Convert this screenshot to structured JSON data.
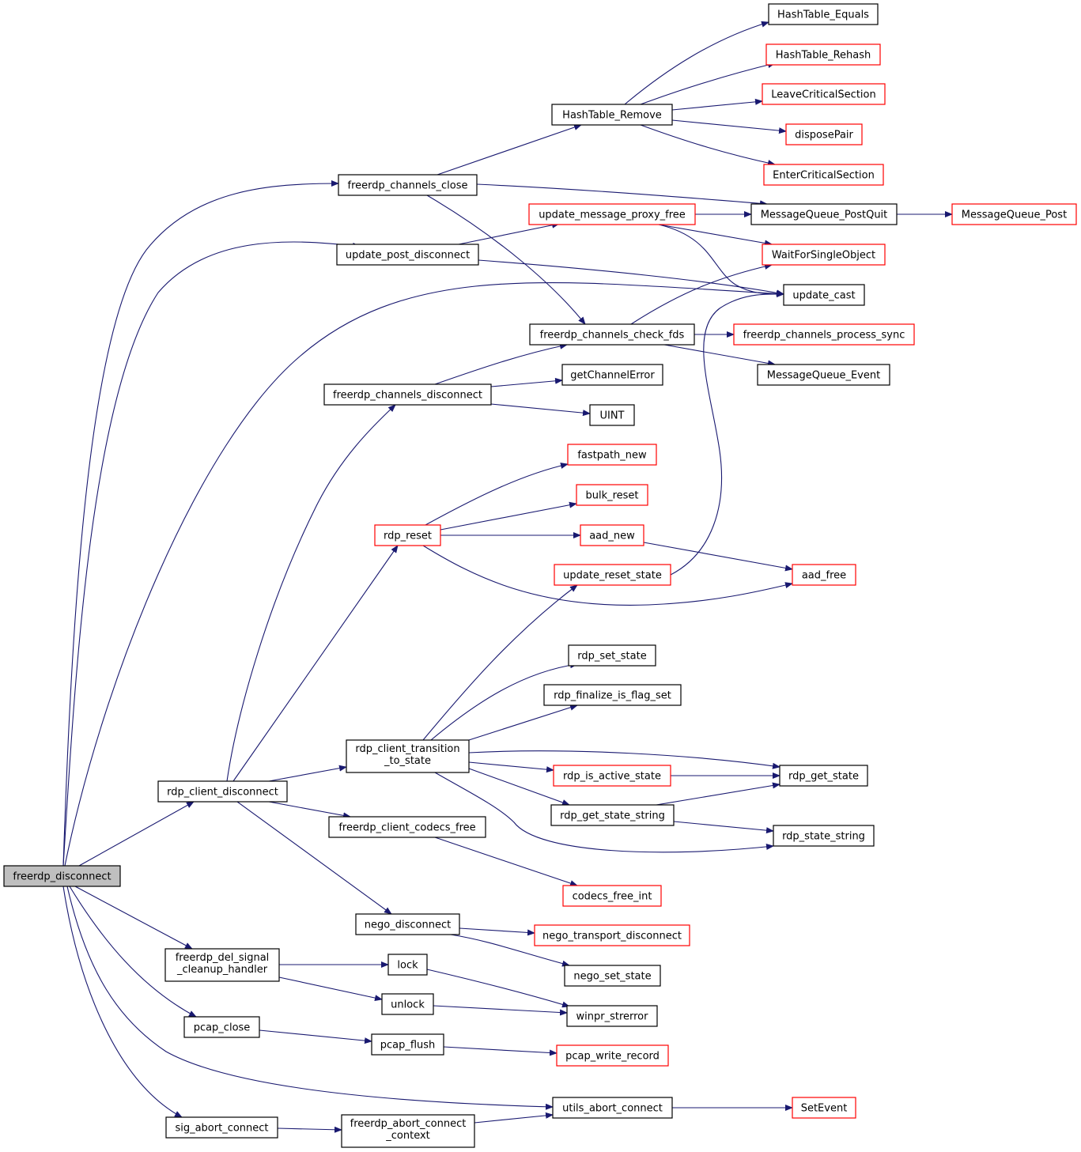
{
  "graph": {
    "nodes": [
      {
        "id": "freerdp_disconnect",
        "lines": [
          "freerdp_disconnect"
        ],
        "style": "root"
      },
      {
        "id": "freerdp_channels_close",
        "lines": [
          "freerdp_channels_close"
        ],
        "style": "black"
      },
      {
        "id": "update_post_disconnect",
        "lines": [
          "update_post_disconnect"
        ],
        "style": "black"
      },
      {
        "id": "freerdp_channels_disconnect",
        "lines": [
          "freerdp_channels_disconnect"
        ],
        "style": "black"
      },
      {
        "id": "rdp_reset",
        "lines": [
          "rdp_reset"
        ],
        "style": "red"
      },
      {
        "id": "rdp_client_transition_to_state",
        "lines": [
          "rdp_client_transition",
          "_to_state"
        ],
        "style": "black"
      },
      {
        "id": "rdp_client_disconnect",
        "lines": [
          "rdp_client_disconnect"
        ],
        "style": "black"
      },
      {
        "id": "freerdp_client_codecs_free",
        "lines": [
          "freerdp_client_codecs_free"
        ],
        "style": "black"
      },
      {
        "id": "nego_disconnect",
        "lines": [
          "nego_disconnect"
        ],
        "style": "black"
      },
      {
        "id": "freerdp_del_signal_cleanup_handler",
        "lines": [
          "freerdp_del_signal",
          "_cleanup_handler"
        ],
        "style": "black"
      },
      {
        "id": "lock",
        "lines": [
          "lock"
        ],
        "style": "black"
      },
      {
        "id": "unlock",
        "lines": [
          "unlock"
        ],
        "style": "black"
      },
      {
        "id": "pcap_close",
        "lines": [
          "pcap_close"
        ],
        "style": "black"
      },
      {
        "id": "pcap_flush",
        "lines": [
          "pcap_flush"
        ],
        "style": "black"
      },
      {
        "id": "sig_abort_connect",
        "lines": [
          "sig_abort_connect"
        ],
        "style": "black"
      },
      {
        "id": "freerdp_abort_connect_context",
        "lines": [
          "freerdp_abort_connect",
          "_context"
        ],
        "style": "black"
      },
      {
        "id": "HashTable_Remove",
        "lines": [
          "HashTable_Remove"
        ],
        "style": "black"
      },
      {
        "id": "update_message_proxy_free",
        "lines": [
          "update_message_proxy_free"
        ],
        "style": "red"
      },
      {
        "id": "freerdp_channels_check_fds",
        "lines": [
          "freerdp_channels_check_fds"
        ],
        "style": "black"
      },
      {
        "id": "getChannelError",
        "lines": [
          "getChannelError"
        ],
        "style": "black"
      },
      {
        "id": "UINT",
        "lines": [
          "UINT"
        ],
        "style": "black"
      },
      {
        "id": "fastpath_new",
        "lines": [
          "fastpath_new"
        ],
        "style": "red"
      },
      {
        "id": "bulk_reset",
        "lines": [
          "bulk_reset"
        ],
        "style": "red"
      },
      {
        "id": "aad_new",
        "lines": [
          "aad_new"
        ],
        "style": "red"
      },
      {
        "id": "update_reset_state",
        "lines": [
          "update_reset_state"
        ],
        "style": "red"
      },
      {
        "id": "rdp_set_state",
        "lines": [
          "rdp_set_state"
        ],
        "style": "black"
      },
      {
        "id": "rdp_finalize_is_flag_set",
        "lines": [
          "rdp_finalize_is_flag_set"
        ],
        "style": "black"
      },
      {
        "id": "rdp_is_active_state",
        "lines": [
          "rdp_is_active_state"
        ],
        "style": "red"
      },
      {
        "id": "rdp_get_state_string",
        "lines": [
          "rdp_get_state_string"
        ],
        "style": "black"
      },
      {
        "id": "codecs_free_int",
        "lines": [
          "codecs_free_int"
        ],
        "style": "red"
      },
      {
        "id": "nego_transport_disconnect",
        "lines": [
          "nego_transport_disconnect"
        ],
        "style": "red"
      },
      {
        "id": "nego_set_state",
        "lines": [
          "nego_set_state"
        ],
        "style": "black"
      },
      {
        "id": "winpr_strerror",
        "lines": [
          "winpr_strerror"
        ],
        "style": "black"
      },
      {
        "id": "pcap_write_record",
        "lines": [
          "pcap_write_record"
        ],
        "style": "red"
      },
      {
        "id": "utils_abort_connect",
        "lines": [
          "utils_abort_connect"
        ],
        "style": "black"
      },
      {
        "id": "HashTable_Equals",
        "lines": [
          "HashTable_Equals"
        ],
        "style": "black"
      },
      {
        "id": "HashTable_Rehash",
        "lines": [
          "HashTable_Rehash"
        ],
        "style": "red"
      },
      {
        "id": "LeaveCriticalSection",
        "lines": [
          "LeaveCriticalSection"
        ],
        "style": "red"
      },
      {
        "id": "disposePair",
        "lines": [
          "disposePair"
        ],
        "style": "red"
      },
      {
        "id": "EnterCriticalSection",
        "lines": [
          "EnterCriticalSection"
        ],
        "style": "red"
      },
      {
        "id": "MessageQueue_PostQuit",
        "lines": [
          "MessageQueue_PostQuit"
        ],
        "style": "black"
      },
      {
        "id": "WaitForSingleObject",
        "lines": [
          "WaitForSingleObject"
        ],
        "style": "red"
      },
      {
        "id": "update_cast",
        "lines": [
          "update_cast"
        ],
        "style": "black"
      },
      {
        "id": "freerdp_channels_process_sync",
        "lines": [
          "freerdp_channels_process_sync"
        ],
        "style": "red"
      },
      {
        "id": "MessageQueue_Event",
        "lines": [
          "MessageQueue_Event"
        ],
        "style": "black"
      },
      {
        "id": "aad_free",
        "lines": [
          "aad_free"
        ],
        "style": "red"
      },
      {
        "id": "rdp_get_state",
        "lines": [
          "rdp_get_state"
        ],
        "style": "black"
      },
      {
        "id": "rdp_state_string",
        "lines": [
          "rdp_state_string"
        ],
        "style": "black"
      },
      {
        "id": "SetEvent",
        "lines": [
          "SetEvent"
        ],
        "style": "red"
      },
      {
        "id": "MessageQueue_Post",
        "lines": [
          "MessageQueue_Post"
        ],
        "style": "red"
      }
    ],
    "edges": [
      [
        "freerdp_disconnect",
        "freerdp_channels_close"
      ],
      [
        "freerdp_disconnect",
        "update_post_disconnect"
      ],
      [
        "freerdp_disconnect",
        "update_cast"
      ],
      [
        "freerdp_disconnect",
        "rdp_client_disconnect"
      ],
      [
        "freerdp_disconnect",
        "freerdp_del_signal_cleanup_handler"
      ],
      [
        "freerdp_disconnect",
        "pcap_close"
      ],
      [
        "freerdp_disconnect",
        "utils_abort_connect"
      ],
      [
        "freerdp_disconnect",
        "sig_abort_connect"
      ],
      [
        "freerdp_channels_close",
        "HashTable_Remove"
      ],
      [
        "freerdp_channels_close",
        "MessageQueue_PostQuit"
      ],
      [
        "freerdp_channels_close",
        "freerdp_channels_check_fds"
      ],
      [
        "update_post_disconnect",
        "update_message_proxy_free"
      ],
      [
        "update_post_disconnect",
        "update_cast"
      ],
      [
        "HashTable_Remove",
        "HashTable_Equals"
      ],
      [
        "HashTable_Remove",
        "HashTable_Rehash"
      ],
      [
        "HashTable_Remove",
        "LeaveCriticalSection"
      ],
      [
        "HashTable_Remove",
        "disposePair"
      ],
      [
        "HashTable_Remove",
        "EnterCriticalSection"
      ],
      [
        "update_message_proxy_free",
        "MessageQueue_PostQuit"
      ],
      [
        "update_message_proxy_free",
        "WaitForSingleObject"
      ],
      [
        "update_message_proxy_free",
        "update_cast"
      ],
      [
        "MessageQueue_PostQuit",
        "MessageQueue_Post"
      ],
      [
        "freerdp_channels_check_fds",
        "WaitForSingleObject"
      ],
      [
        "freerdp_channels_check_fds",
        "freerdp_channels_process_sync"
      ],
      [
        "freerdp_channels_check_fds",
        "MessageQueue_Event"
      ],
      [
        "freerdp_channels_disconnect",
        "freerdp_channels_check_fds"
      ],
      [
        "freerdp_channels_disconnect",
        "getChannelError"
      ],
      [
        "freerdp_channels_disconnect",
        "UINT"
      ],
      [
        "rdp_reset",
        "fastpath_new"
      ],
      [
        "rdp_reset",
        "bulk_reset"
      ],
      [
        "rdp_reset",
        "aad_new"
      ],
      [
        "rdp_reset",
        "aad_free"
      ],
      [
        "aad_new",
        "aad_free"
      ],
      [
        "update_reset_state",
        "update_cast"
      ],
      [
        "rdp_client_disconnect",
        "freerdp_channels_disconnect"
      ],
      [
        "rdp_client_disconnect",
        "rdp_reset"
      ],
      [
        "rdp_client_disconnect",
        "rdp_client_transition_to_state"
      ],
      [
        "rdp_client_disconnect",
        "freerdp_client_codecs_free"
      ],
      [
        "rdp_client_disconnect",
        "nego_disconnect"
      ],
      [
        "rdp_client_transition_to_state",
        "update_reset_state"
      ],
      [
        "rdp_client_transition_to_state",
        "rdp_set_state"
      ],
      [
        "rdp_client_transition_to_state",
        "rdp_finalize_is_flag_set"
      ],
      [
        "rdp_client_transition_to_state",
        "rdp_get_state"
      ],
      [
        "rdp_client_transition_to_state",
        "rdp_is_active_state"
      ],
      [
        "rdp_client_transition_to_state",
        "rdp_get_state_string"
      ],
      [
        "rdp_client_transition_to_state",
        "rdp_state_string"
      ],
      [
        "rdp_is_active_state",
        "rdp_get_state"
      ],
      [
        "rdp_get_state_string",
        "rdp_get_state"
      ],
      [
        "rdp_get_state_string",
        "rdp_state_string"
      ],
      [
        "freerdp_client_codecs_free",
        "codecs_free_int"
      ],
      [
        "nego_disconnect",
        "nego_transport_disconnect"
      ],
      [
        "nego_disconnect",
        "nego_set_state"
      ],
      [
        "freerdp_del_signal_cleanup_handler",
        "lock"
      ],
      [
        "freerdp_del_signal_cleanup_handler",
        "unlock"
      ],
      [
        "lock",
        "winpr_strerror"
      ],
      [
        "unlock",
        "winpr_strerror"
      ],
      [
        "pcap_close",
        "pcap_flush"
      ],
      [
        "pcap_flush",
        "pcap_write_record"
      ],
      [
        "sig_abort_connect",
        "freerdp_abort_connect_context"
      ],
      [
        "freerdp_abort_connect_context",
        "utils_abort_connect"
      ],
      [
        "utils_abort_connect",
        "SetEvent"
      ]
    ]
  }
}
